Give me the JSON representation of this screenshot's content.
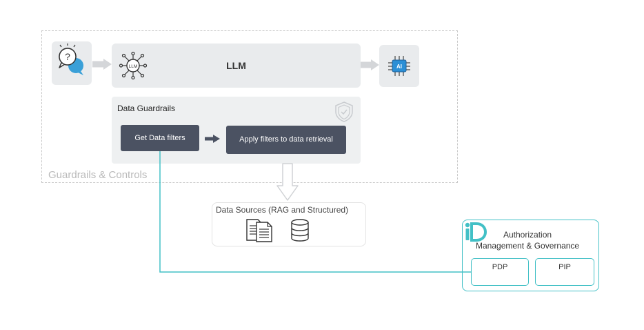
{
  "diagram": {
    "guardrails_label": "Guardrails & Controls",
    "llm_label": "LLM",
    "llm_icon_text": "LLM",
    "ai_icon_text": "AI",
    "user_icon_text": "?",
    "data_guardrails_title": "Data Guardrails",
    "get_data_filters_label": "Get Data filters",
    "apply_filters_label": "Apply filters to data retrieval",
    "data_sources_title": "Data Sources (RAG and Structured)",
    "authorization_title_line1": "Authorization",
    "authorization_title_line2": "Management & Governance",
    "pdp_label": "PDP",
    "pip_label": "PIP"
  },
  "colors": {
    "accent_teal": "#42c0c6",
    "dark_button": "#4b5262",
    "ai_chip_blue": "#2b8fd6",
    "frame_gray": "#c9c9c9"
  }
}
